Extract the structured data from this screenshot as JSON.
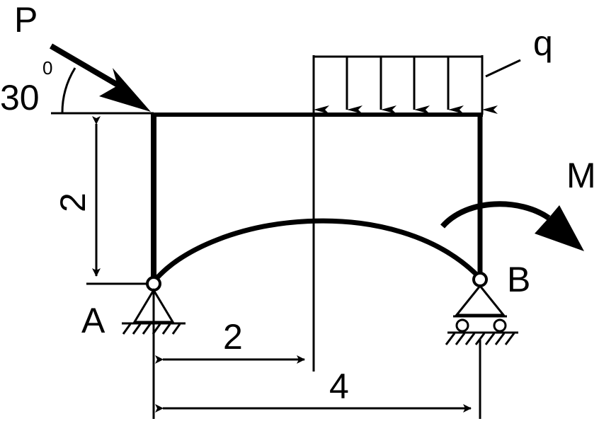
{
  "labels": {
    "force_p": "P",
    "angle_value": "30",
    "angle_unit": "0",
    "load_q": "q",
    "moment_m": "M",
    "support_a": "A",
    "support_b": "B",
    "dim_height": "2",
    "dim_span_left": "2",
    "dim_span_total": "4"
  },
  "colors": {
    "stroke": "#000000",
    "background": "#ffffff"
  }
}
